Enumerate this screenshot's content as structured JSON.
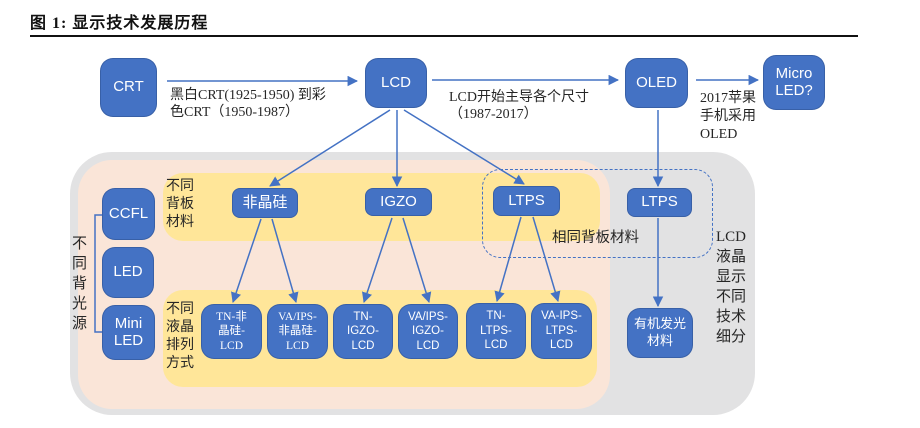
{
  "figure": {
    "title": "图 1: 显示技术发展历程"
  },
  "colors": {
    "node_blue": "#4472C4",
    "arrow_blue": "#4472C4",
    "band_yellow": "#FFE699",
    "panel_pink": "#FAE5D8",
    "panel_gray": "#E2E2E3",
    "text_dark": "#262626",
    "node_text": "#FFFFFF"
  },
  "nodes": {
    "crt": [
      "CRT"
    ],
    "lcd": [
      "LCD"
    ],
    "oled": [
      "OLED"
    ],
    "micro_led": [
      "Micro",
      "LED?"
    ],
    "ccfl": [
      "CCFL"
    ],
    "led": [
      "LED"
    ],
    "mini_led": [
      "Mini",
      "LED"
    ],
    "a_si": [
      "非晶硅"
    ],
    "igzo": [
      "IGZO"
    ],
    "ltps_lcd": [
      "LTPS"
    ],
    "ltps_oled": [
      "LTPS"
    ],
    "tn_asi_lcd": [
      "TN-非",
      "晶硅-",
      "LCD"
    ],
    "va_asi_lcd": [
      "VA/IPS-",
      "非晶硅-",
      "LCD"
    ],
    "tn_igzo_lcd": [
      "TN-",
      "IGZO-",
      "LCD"
    ],
    "va_igzo_lcd": [
      "VA/IPS-",
      "IGZO-",
      "LCD"
    ],
    "tn_ltps_lcd": [
      "TN-",
      "LTPS-",
      "LCD"
    ],
    "va_ltps_lcd": [
      "VA-IPS-",
      "LTPS-",
      "LCD"
    ],
    "organic": [
      "有机发光",
      "材料"
    ]
  },
  "annotations": {
    "crt_to_lcd": [
      "黑白CRT(1925-1950) 到彩",
      "色CRT（1950-1987）"
    ],
    "lcd_to_oled": [
      "LCD开始主导各个尺寸",
      "（1987-2017）"
    ],
    "oled_to_micro": [
      "2017苹果",
      "手机采用",
      "OLED"
    ],
    "backlight_group": "不同背光源",
    "backplane_band": "不同背板材料",
    "liquid_crystal_band": "不同液晶排列方式",
    "same_backplane": "相同背板材料",
    "lcd_segmentation": "LCD液晶显示不同技术细分"
  }
}
